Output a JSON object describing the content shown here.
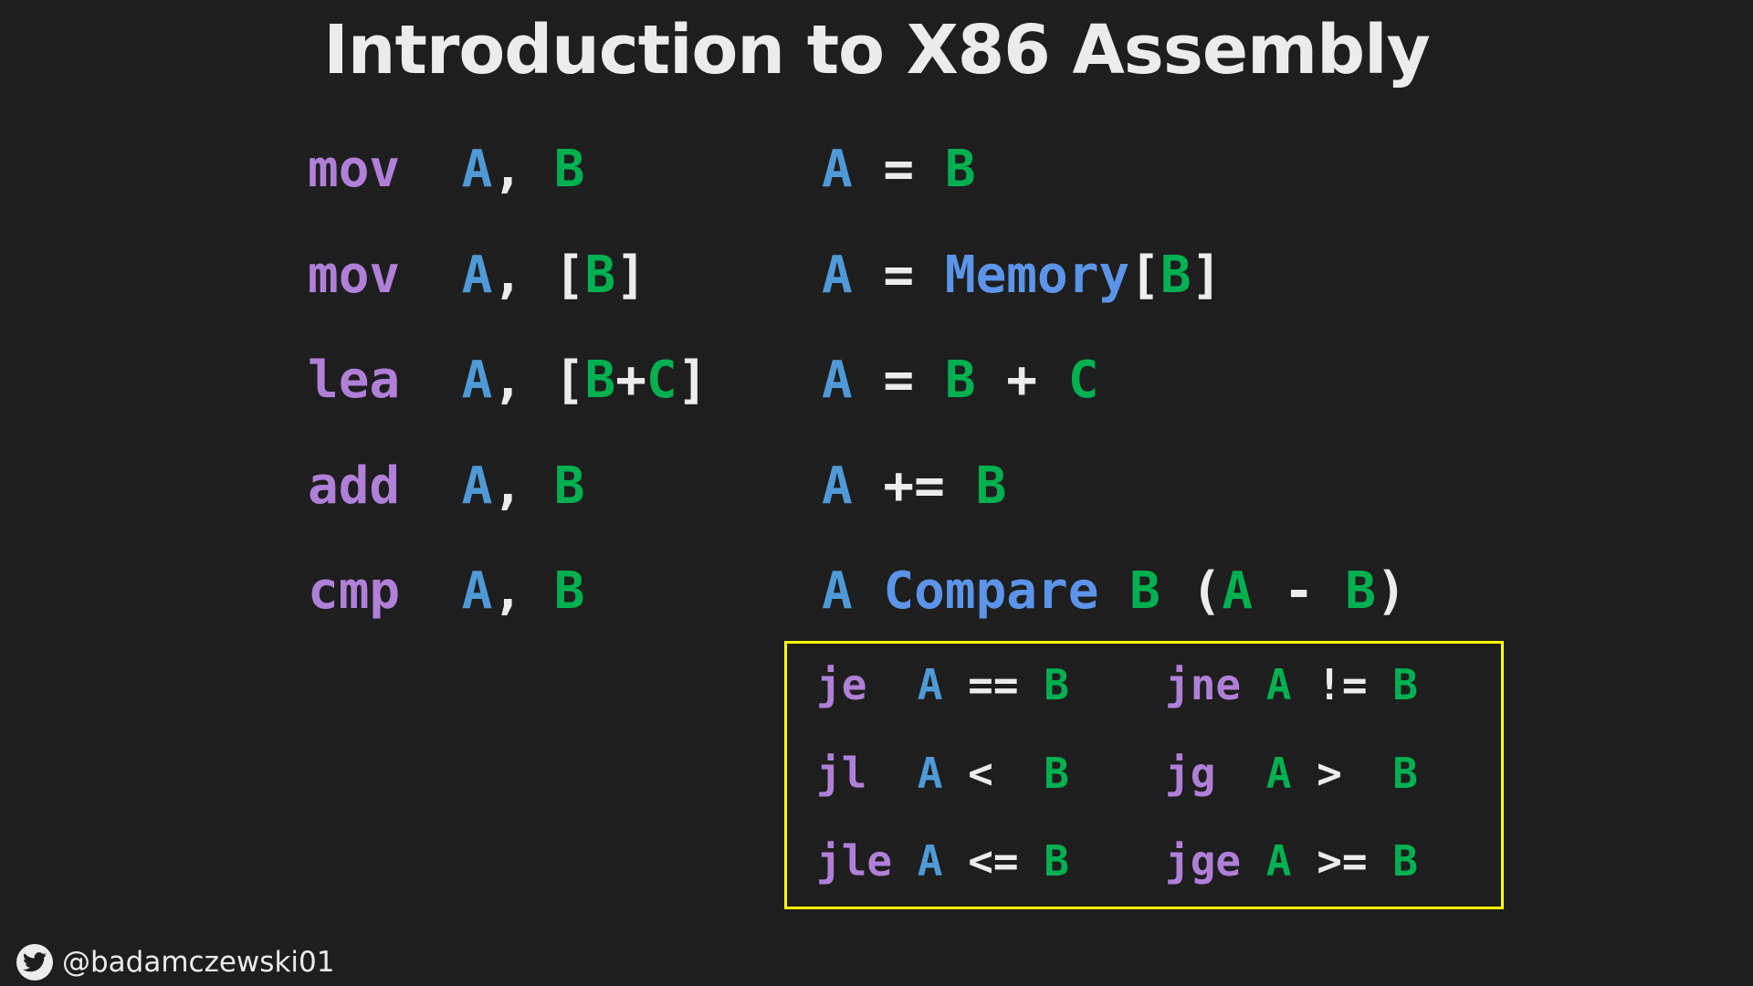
{
  "title": "Introduction to X86 Assembly",
  "instructions": [
    {
      "left": [
        [
          "mov",
          "op"
        ],
        [
          "  ",
          "w"
        ],
        [
          "A",
          "a"
        ],
        [
          ", ",
          "w"
        ],
        [
          "B",
          "b"
        ]
      ],
      "right": [
        [
          "A",
          "a"
        ],
        [
          " = ",
          "w"
        ],
        [
          "B",
          "b"
        ]
      ]
    },
    {
      "left": [
        [
          "mov",
          "op"
        ],
        [
          "  ",
          "w"
        ],
        [
          "A",
          "a"
        ],
        [
          ", [",
          "w"
        ],
        [
          "B",
          "b"
        ],
        [
          "]",
          "w"
        ]
      ],
      "right": [
        [
          "A",
          "a"
        ],
        [
          " = ",
          "w"
        ],
        [
          "Memory",
          "f"
        ],
        [
          "[",
          "w"
        ],
        [
          "B",
          "b"
        ],
        [
          "]",
          "w"
        ]
      ]
    },
    {
      "left": [
        [
          "lea",
          "op"
        ],
        [
          "  ",
          "w"
        ],
        [
          "A",
          "a"
        ],
        [
          ", [",
          "w"
        ],
        [
          "B",
          "b"
        ],
        [
          "+",
          "w"
        ],
        [
          "C",
          "b"
        ],
        [
          "]",
          "w"
        ]
      ],
      "right": [
        [
          "A",
          "a"
        ],
        [
          " = ",
          "w"
        ],
        [
          "B",
          "b"
        ],
        [
          " + ",
          "w"
        ],
        [
          "C",
          "b"
        ]
      ]
    },
    {
      "left": [
        [
          "add",
          "op"
        ],
        [
          "  ",
          "w"
        ],
        [
          "A",
          "a"
        ],
        [
          ", ",
          "w"
        ],
        [
          "B",
          "b"
        ]
      ],
      "right": [
        [
          "A",
          "a"
        ],
        [
          " += ",
          "w"
        ],
        [
          "B",
          "b"
        ]
      ]
    },
    {
      "left": [
        [
          "cmp",
          "op"
        ],
        [
          "  ",
          "w"
        ],
        [
          "A",
          "a"
        ],
        [
          ", ",
          "w"
        ],
        [
          "B",
          "b"
        ]
      ],
      "right": [
        [
          "A",
          "a"
        ],
        [
          " ",
          "w"
        ],
        [
          "Compare",
          "f"
        ],
        [
          " ",
          "w"
        ],
        [
          "B",
          "b"
        ],
        [
          " (",
          "w"
        ],
        [
          "A",
          "b"
        ],
        [
          " - ",
          "w"
        ],
        [
          "B",
          "b"
        ],
        [
          ")",
          "w"
        ]
      ]
    }
  ],
  "jumps": [
    {
      "left": [
        [
          "je",
          "op"
        ],
        [
          "  ",
          "w"
        ],
        [
          "A",
          "a"
        ],
        [
          " == ",
          "w"
        ],
        [
          "B",
          "b"
        ]
      ],
      "right": [
        [
          "jne",
          "op"
        ],
        [
          " ",
          "w"
        ],
        [
          "A",
          "b"
        ],
        [
          " != ",
          "w"
        ],
        [
          "B",
          "b"
        ]
      ]
    },
    {
      "left": [
        [
          "jl",
          "op"
        ],
        [
          "  ",
          "w"
        ],
        [
          "A",
          "a"
        ],
        [
          " <  ",
          "w"
        ],
        [
          "B",
          "b"
        ]
      ],
      "right": [
        [
          "jg",
          "op"
        ],
        [
          "  ",
          "w"
        ],
        [
          "A",
          "b"
        ],
        [
          " >  ",
          "w"
        ],
        [
          "B",
          "b"
        ]
      ]
    },
    {
      "left": [
        [
          "jle",
          "op"
        ],
        [
          " ",
          "w"
        ],
        [
          "A",
          "a"
        ],
        [
          " <= ",
          "w"
        ],
        [
          "B",
          "b"
        ]
      ],
      "right": [
        [
          "jge",
          "op"
        ],
        [
          " ",
          "w"
        ],
        [
          "A",
          "b"
        ],
        [
          " >= ",
          "w"
        ],
        [
          "B",
          "b"
        ]
      ]
    }
  ],
  "footer": {
    "handle": "@badamczewski01",
    "icon": "twitter-bird-icon"
  },
  "colors": {
    "background": "#1e1e1e",
    "mnemonic": "#b07fd8",
    "operand_a": "#4f9ad6",
    "operand_b": "#00b050",
    "text": "#ececec",
    "function": "#5b94e8",
    "box_border": "#ffff00"
  }
}
